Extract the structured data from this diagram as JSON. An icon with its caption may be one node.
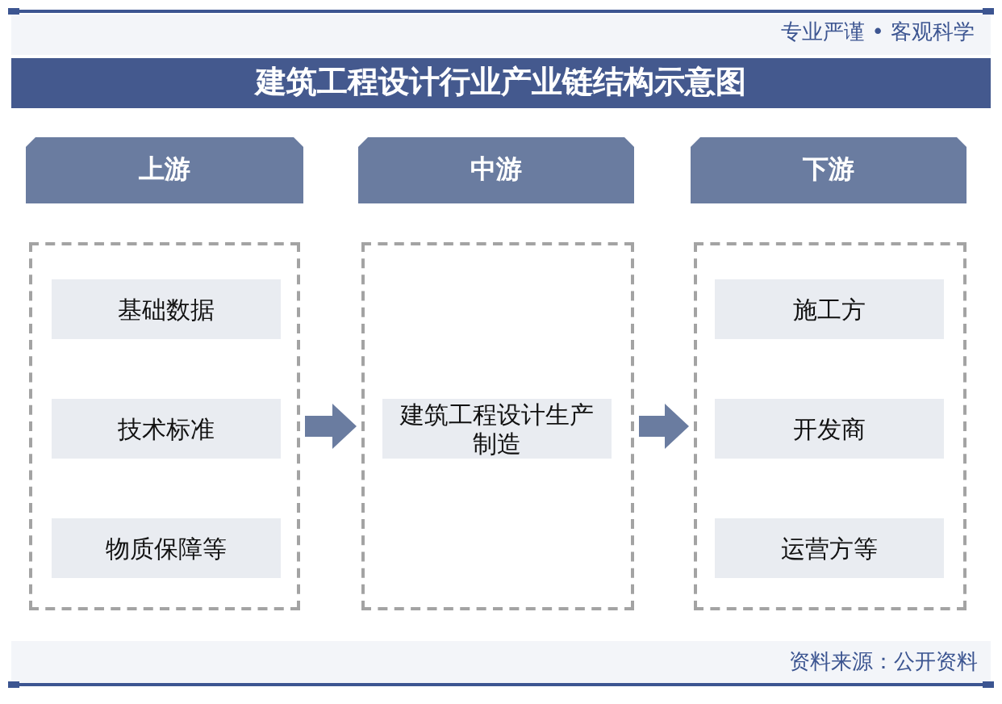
{
  "diagram": {
    "title": "建筑工程设计行业产业链结构示意图",
    "nodes": [
      {
        "text": [
          "上游"
        ]
      },
      {
        "text": [],
        "shape": "box"
      },
      {
        "text": [
          "基础数据"
        ],
        "in": 1
      },
      {
        "text": [
          "技术标准"
        ],
        "in": 1
      },
      {
        "text": [
          "物质保障等"
        ],
        "in": 1
      },
      {
        "text": [
          "中游"
        ]
      },
      {
        "text": [],
        "shape": "box"
      },
      {
        "text": [
          "建筑工程设计生产制造"
        ],
        "in": 6
      },
      {
        "text": [
          "下游"
        ]
      },
      {
        "text": [],
        "shape": "box"
      },
      {
        "text": [
          "施工方"
        ],
        "in": 9
      },
      {
        "text": [
          "开发商"
        ],
        "in": 9
      },
      {
        "text": [
          "运营方等"
        ],
        "in": 9
      }
    ],
    "edges": [
      {
        "from": 1,
        "to": 6,
        "arrow": "to"
      },
      {
        "from": 6,
        "to": 9,
        "arrow": "to"
      }
    ],
    "labels": [
      "专业严谨 • 客观科学",
      "资料来源：公开资料"
    ]
  }
}
